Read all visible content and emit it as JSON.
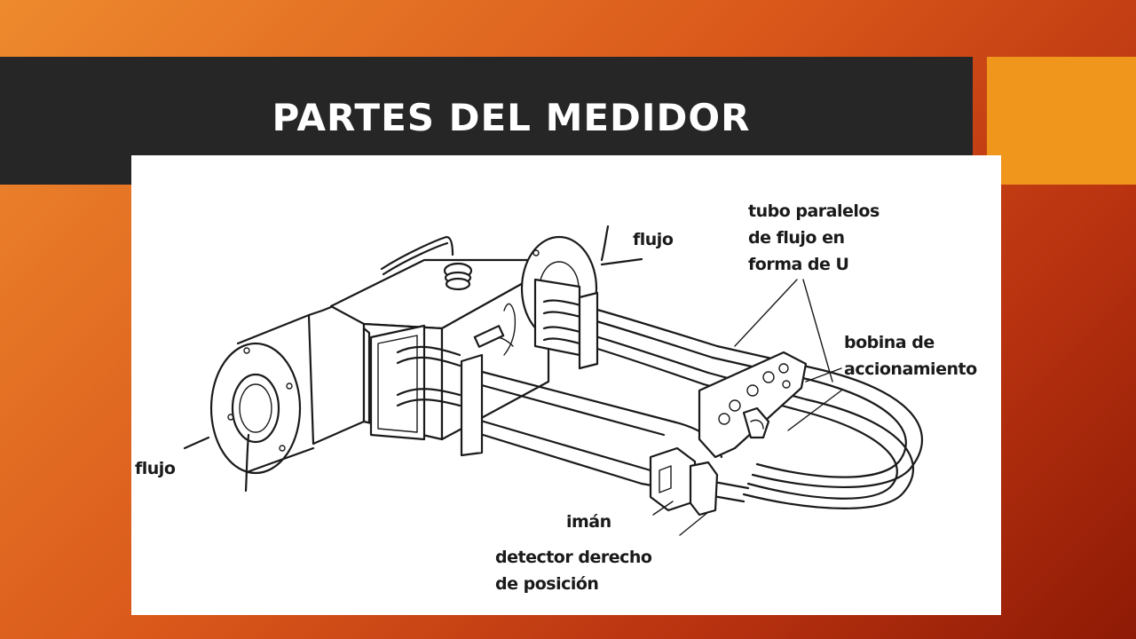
{
  "slide": {
    "title": "PARTES DEL MEDIDOR"
  },
  "diagram": {
    "labels": {
      "flujo_top": "flujo",
      "flujo_left": "flujo",
      "tubes": "tubo paralelos\nde flujo en\nforma de U",
      "coil": "bobina de\naccionamiento",
      "magnet": "imán",
      "detector": "detector derecho\nde posición"
    }
  },
  "colors": {
    "title_bar": "#262626",
    "accent": "#f0961c",
    "background_start": "#ee8a2e",
    "background_end": "#8e1a05"
  }
}
